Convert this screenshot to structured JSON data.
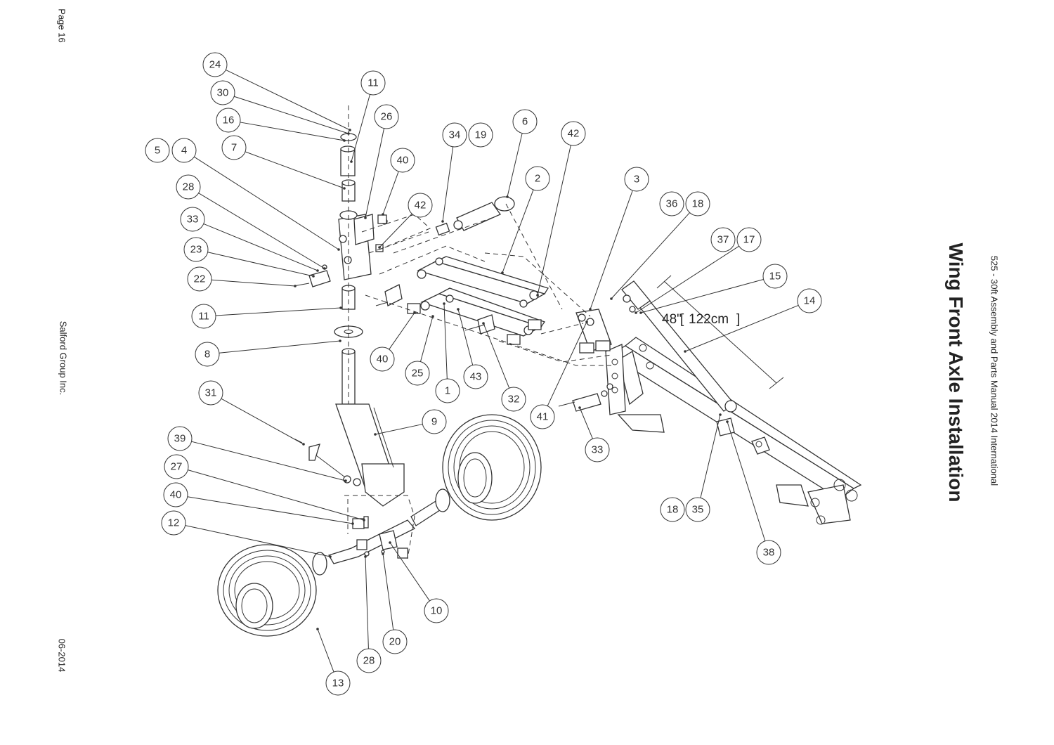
{
  "header": {
    "page_number": "Page 16",
    "company": "Salford Group Inc.",
    "date": "06-2014",
    "manual_title": "525 - 30ft Assembly and Parts Manual 2014 International",
    "page_title": "Wing Front Axle Installation"
  },
  "dimension": {
    "inches": "48\"",
    "metric": "122cm"
  },
  "callouts": [
    "24",
    "30",
    "16",
    "7",
    "11",
    "26",
    "5",
    "4",
    "28",
    "33",
    "23",
    "22",
    "11",
    "8",
    "40",
    "42",
    "34",
    "19",
    "6",
    "2",
    "42",
    "40",
    "25",
    "1",
    "43",
    "32",
    "3",
    "36",
    "18",
    "37",
    "17",
    "15",
    "14",
    "41",
    "33",
    "31",
    "9",
    "39",
    "27",
    "40",
    "12",
    "10",
    "20",
    "28",
    "13",
    "18",
    "35",
    "38"
  ]
}
